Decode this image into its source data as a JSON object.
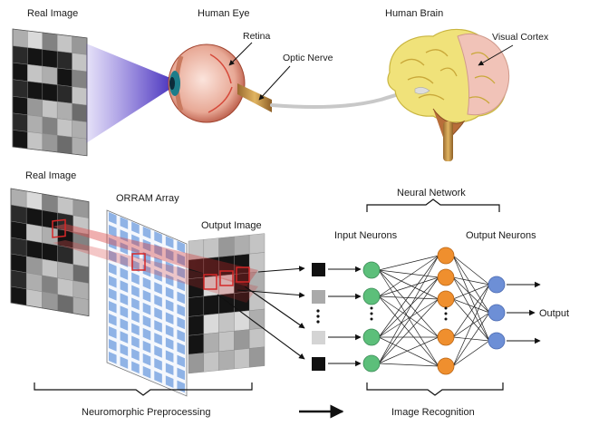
{
  "top": {
    "real_image_label": "Real Image",
    "eye_label": "Human Eye",
    "retina_label": "Retina",
    "optic_nerve_label": "Optic Nerve",
    "brain_label": "Human Brain",
    "visual_cortex_label": "Visual Cortex"
  },
  "bottom": {
    "real_image_label": "Real Image",
    "orram_label": "ORRAM Array",
    "output_image_label": "Output Image",
    "neural_network_label": "Neural Network",
    "input_neurons_label": "Input Neurons",
    "output_neurons_label": "Output Neurons",
    "output_label": "Output",
    "preprocessing_label": "Neuromorphic Preprocessing",
    "recognition_label": "Image Recognition"
  },
  "colors": {
    "input_neuron": "#5cbf7a",
    "hidden_neuron": "#ef8f2e",
    "output_neuron": "#6d8fd6",
    "orram_cell": "#8fb3e6",
    "highlight": "#d62828",
    "beam": "#5a3fd0"
  }
}
